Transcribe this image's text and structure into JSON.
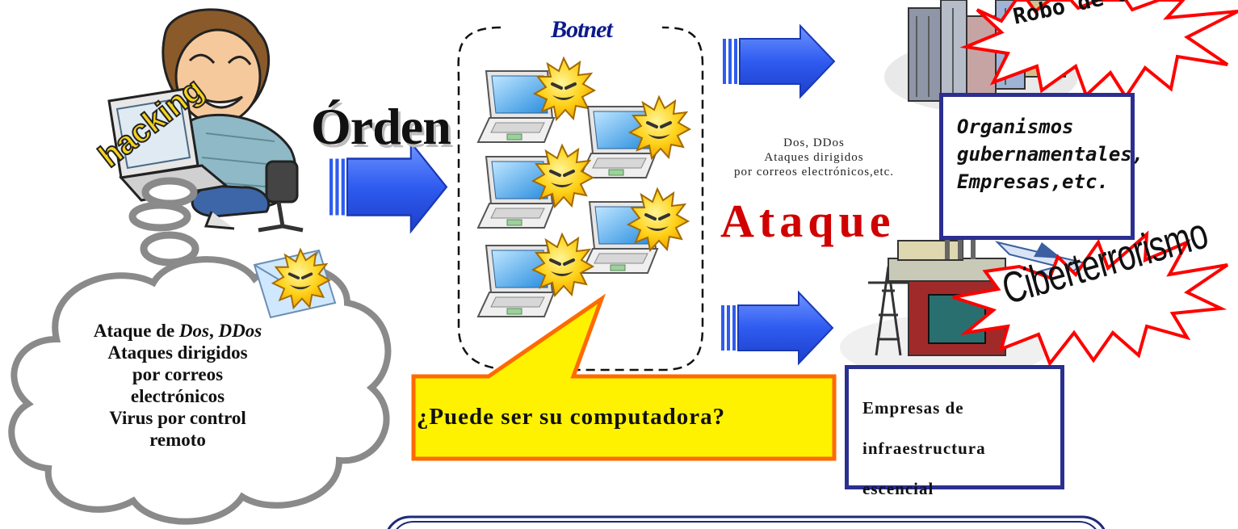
{
  "botnet": {
    "title": "Botnet"
  },
  "command": {
    "label": "Órden"
  },
  "attack": {
    "label": "Ataque",
    "types": [
      "Dos, DDos",
      "Ataques dirigidos",
      "por correos electrónicos,etc."
    ]
  },
  "hacker": {
    "sign": "hacking"
  },
  "thought_cloud": {
    "line1_prefix": "Ataque de ",
    "line1_dos": "Dos",
    "line1_sep": ", ",
    "line1_ddos": "DDos",
    "lines": [
      "Ataques dirigidos",
      "por correos",
      "electrónicos",
      "Virus por control",
      "remoto"
    ]
  },
  "callout": {
    "text": "¿Puede ser su computadora?"
  },
  "targets": {
    "data_theft": {
      "burst_label": "Robo de datos",
      "lines": [
        "Organismos",
        "gubernamentales,",
        "Empresas,etc."
      ]
    },
    "terrorism": {
      "burst_label": "Ciberterrorismo",
      "lines": [
        "Empresas de infraestructura",
        "escencial"
      ]
    }
  },
  "colors": {
    "arrow": "#2f5bf0",
    "attack_text": "#d10000",
    "box_border": "#2b2f8f",
    "callout_fill": "#fff200",
    "callout_border": "#ff6a00",
    "bottom_panel_border": "#1d2a78"
  }
}
